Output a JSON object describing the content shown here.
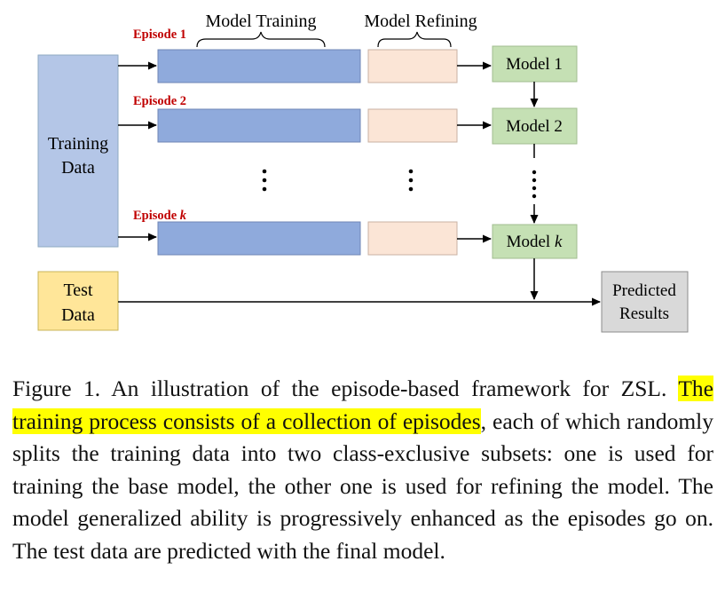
{
  "diagram": {
    "training_data": [
      "Training",
      "Data"
    ],
    "test_data": [
      "Test",
      "Data"
    ],
    "header_training": "Model Training",
    "header_refining": "Model Refining",
    "episodes": [
      {
        "label_main": "Episode",
        "label_index": "1",
        "model_main": "Model",
        "model_index": "1"
      },
      {
        "label_main": "Episode",
        "label_index": "2",
        "model_main": "Model",
        "model_index": "2"
      },
      {
        "label_main": "Episode",
        "label_index": "k",
        "model_main": "Model",
        "model_index": "k"
      }
    ],
    "predicted_results": [
      "Predicted",
      "Results"
    ],
    "colors": {
      "training_data_fill": "#b4c6e7",
      "test_data_fill": "#ffe699",
      "training_bar_fill": "#8faadc",
      "refining_bar_fill": "#fbe5d6",
      "model_fill": "#c5e0b4",
      "result_fill": "#d9d9d9",
      "episode_label": "#c00000"
    }
  },
  "caption": {
    "prefix": "Figure 1. An illustration of the episode-based framework for ZSL. ",
    "highlighted": "The training process consists of a collection of episodes",
    "rest": ", each of which randomly splits the training data into two class-exclusive subsets: one is used for training the base model, the other one is used for refining the model. The model generalized ability is progressively enhanced as the episodes go on. The test data are predicted with the final model."
  }
}
